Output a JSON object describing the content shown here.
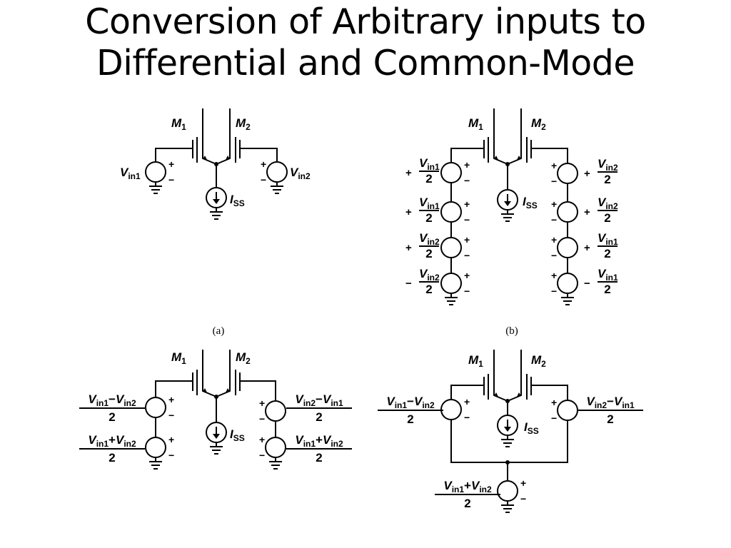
{
  "slide": {
    "title_line1": "Conversion of Arbitrary inputs to",
    "title_line2": "Differential and Common-Mode"
  },
  "labels": {
    "m": "M",
    "sub1": "1",
    "sub2": "2",
    "v": "V",
    "in1": "in1",
    "in2": "in2",
    "i": "I",
    "ss": "SS",
    "two": "2",
    "plus": "+",
    "minus": "−"
  },
  "captions": {
    "a": "(a)",
    "b": "(b)"
  }
}
